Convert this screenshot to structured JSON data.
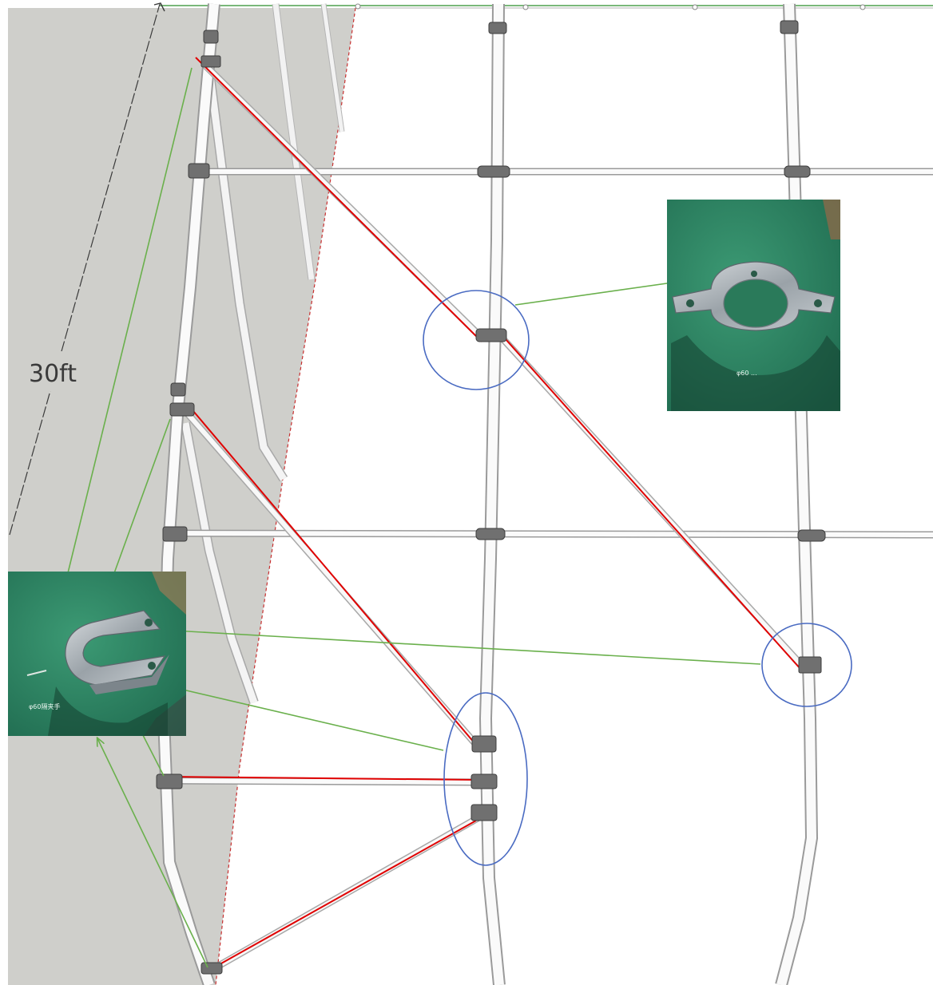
{
  "dimension_label": "30ft",
  "photo_captions": {
    "saddle_clamp": "φ60 ...",
    "u_clamp": "φ60隔夹手"
  },
  "colors": {
    "frame_tube": "#f4f4f4",
    "frame_outline": "#9a9a9a",
    "gray_panel": "#cfcfcb",
    "bracing_line": "#e00000",
    "callout_arrow": "#6ab04c",
    "callout_circle": "#4a6bc2",
    "photo_background": "#2f8a68"
  },
  "icons": [
    "saddle-clamp-photo",
    "u-clamp-photo",
    "pipe-clamp-icon"
  ]
}
